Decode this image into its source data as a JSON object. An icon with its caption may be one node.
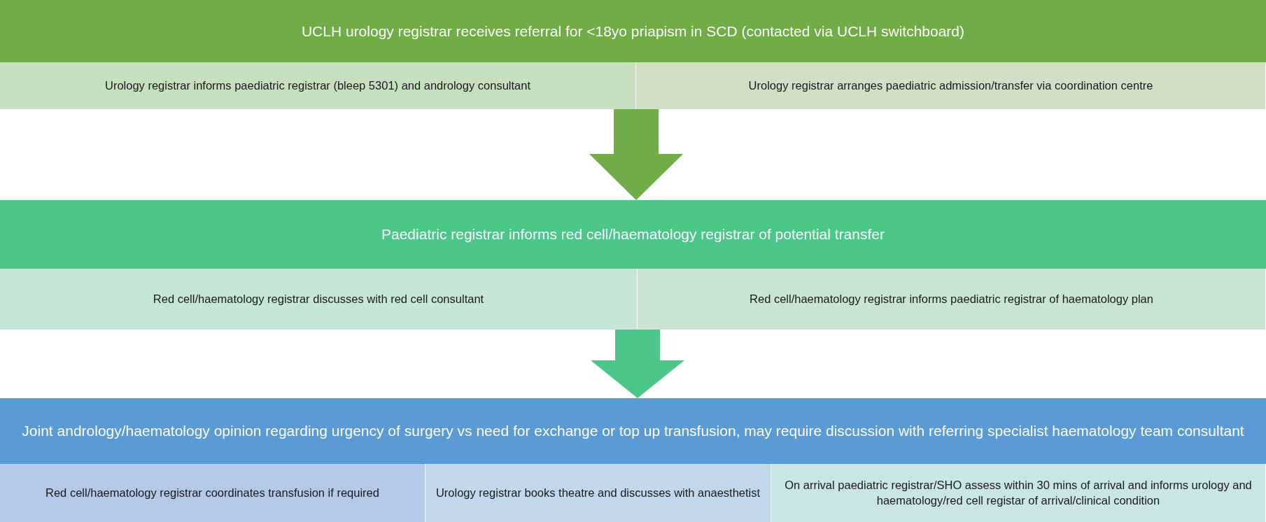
{
  "diagram": {
    "nodes": [
      {
        "text": [
          "UCLH urology registrar receives referral for <18yo priapism in SCD (contacted via UCLH switchboard)"
        ]
      },
      {
        "text": [
          "Urology registrar informs paediatric registrar (bleep 5301) and andrology consultant"
        ]
      },
      {
        "text": [
          "Urology registrar arranges paediatric admission/transfer via coordination centre"
        ]
      },
      {
        "text": [
          "Paediatric registrar informs red cell/haematology registrar of potential transfer"
        ]
      },
      {
        "text": [
          "Red cell/haematology registrar discusses with red cell consultant"
        ]
      },
      {
        "text": [
          "Red cell/haematology registrar informs paediatric registrar of haematology plan"
        ]
      },
      {
        "text": [
          "Joint andrology/haematology opinion regarding urgency of surgery vs need for exchange or top up transfusion, may require discussion with referring specialist haematology team consultant"
        ]
      },
      {
        "text": [
          "Red cell/haematology registrar coordinates transfusion if required"
        ]
      },
      {
        "text": [
          "Urology registrar books theatre and discusses with anaesthetist"
        ]
      },
      {
        "text": [
          "On arrival paediatric registrar/SHO assess within 30 mins of arrival and informs urology and haematology/red cell registar of arrival/clinical condition"
        ]
      }
    ],
    "edges": [
      {
        "from": 1,
        "to": 3,
        "arrow": "to",
        "color": "#70ad47"
      },
      {
        "from": 2,
        "to": 3,
        "arrow": "to",
        "color": "#70ad47"
      },
      {
        "from": 4,
        "to": 6,
        "arrow": "to",
        "color": "#4dc68a"
      },
      {
        "from": 5,
        "to": 6,
        "arrow": "to",
        "color": "#4dc68a"
      }
    ]
  }
}
